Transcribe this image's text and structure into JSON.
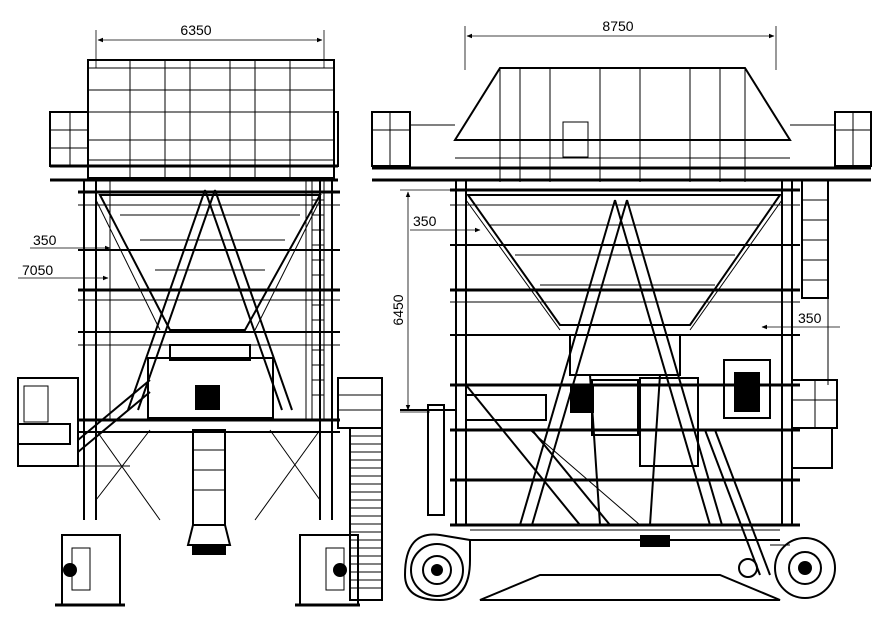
{
  "drawing": {
    "dimensions": {
      "front_width": "6350",
      "side_width": "8750",
      "front_offset": "350",
      "front_height": "7050",
      "side_offset_left": "350",
      "side_height": "6450",
      "side_offset_right": "350"
    }
  }
}
